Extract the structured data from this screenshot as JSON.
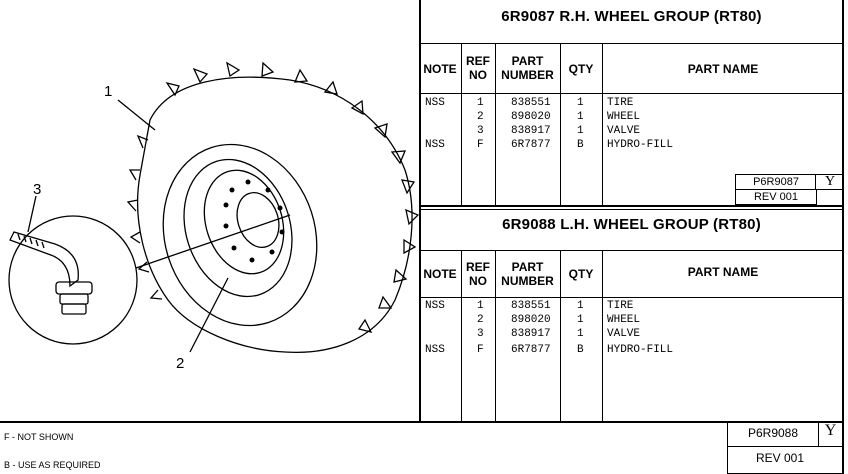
{
  "callouts": {
    "tire": "1",
    "wheel": "2",
    "valve": "3"
  },
  "columns": {
    "note": "NOTE",
    "ref_no": [
      "REF",
      "NO"
    ],
    "part_number": [
      "PART",
      "NUMBER"
    ],
    "qty": "QTY",
    "part_name": "PART NAME"
  },
  "groups": [
    {
      "title": "6R9087 R.H. WHEEL GROUP (RT80)",
      "rows": [
        {
          "note": "NSS",
          "ref": "1",
          "part": "838551",
          "qty": "1",
          "name": "TIRE"
        },
        {
          "note": "",
          "ref": "2",
          "part": "898020",
          "qty": "1",
          "name": "WHEEL"
        },
        {
          "note": "",
          "ref": "3",
          "part": "838917",
          "qty": "1",
          "name": "VALVE"
        },
        {
          "note": "NSS",
          "ref": "F",
          "part": "6R7877",
          "qty": "B",
          "name": "HYDRO-FILL"
        }
      ],
      "stamp": {
        "page": "P6R9087",
        "mark": "Y",
        "rev": "REV 001"
      }
    },
    {
      "title": "6R9088 L.H. WHEEL GROUP (RT80)",
      "rows": [
        {
          "note": "NSS",
          "ref": "1",
          "part": "838551",
          "qty": "1",
          "name": "TIRE"
        },
        {
          "note": "",
          "ref": "2",
          "part": "898020",
          "qty": "1",
          "name": "WHEEL"
        },
        {
          "note": "",
          "ref": "3",
          "part": "838917",
          "qty": "1",
          "name": "VALVE"
        },
        {
          "note": "NSS",
          "ref": "F",
          "part": "6R7877",
          "qty": "B",
          "name": "HYDRO-FILL"
        }
      ]
    }
  ],
  "footer": {
    "notes": [
      "F - NOT SHOWN",
      "B - USE AS REQUIRED"
    ],
    "stamp": {
      "page": "P6R9088",
      "mark": "Y",
      "rev": "REV 001"
    }
  }
}
